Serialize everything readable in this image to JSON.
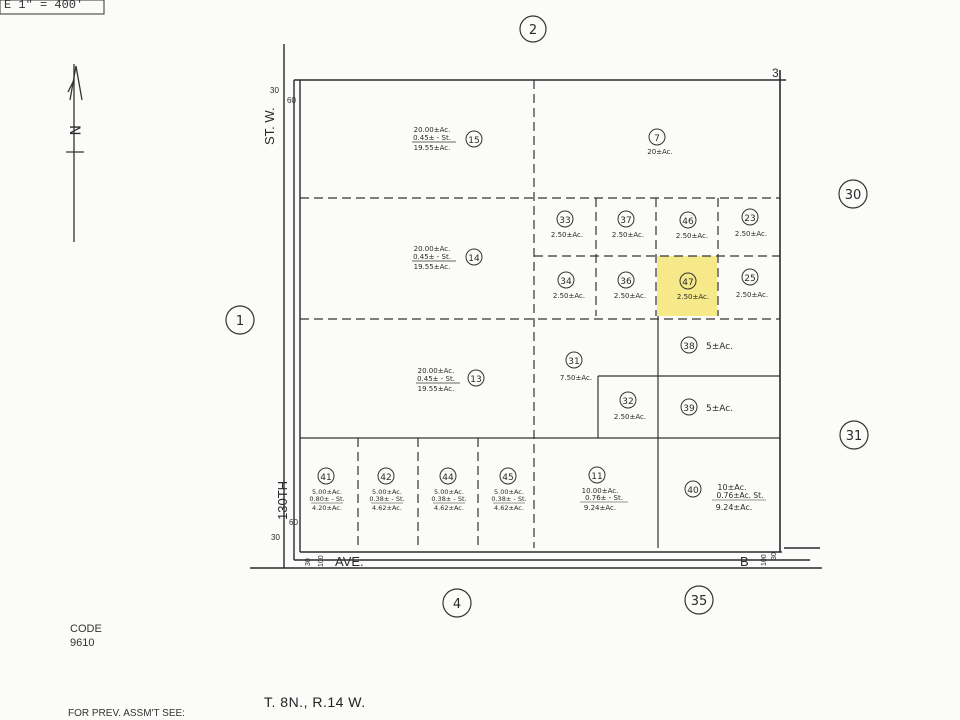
{
  "header": {
    "scale_text": "E 1\"  =  400'"
  },
  "streets": {
    "west": "130TH ST. W.",
    "west_top": "ST. W.",
    "west_bottom": "130TH",
    "south": "AVE.",
    "south_letter": "B"
  },
  "offsets": {
    "w30_top": "30",
    "w60_top": "60",
    "w30_bot": "30",
    "w60_bot": "60",
    "s_left1": "30",
    "s_left2": "100",
    "s_right1": "100",
    "s_right2": "30"
  },
  "adjacent_sections": {
    "north": "2",
    "east_upper": "30",
    "east_lower": "31",
    "west": "1",
    "south_left": "4",
    "south_right": "35"
  },
  "corner_mark": "3",
  "parcels": {
    "p15": {
      "id": "15",
      "l1": "20.00±Ac.",
      "l2": "0.45± - St.",
      "l3": "19.55±Ac."
    },
    "p14": {
      "id": "14",
      "l1": "20.00±Ac.",
      "l2": "0.45± - St.",
      "l3": "19.55±Ac."
    },
    "p13": {
      "id": "13",
      "l1": "20.00±Ac.",
      "l2": "0.45± - St.",
      "l3": "19.55±Ac."
    },
    "p7": {
      "id": "7",
      "l1": "20±Ac."
    },
    "p33": {
      "id": "33",
      "l1": "2.50±Ac."
    },
    "p37": {
      "id": "37",
      "l1": "2.50±Ac."
    },
    "p46": {
      "id": "46",
      "l1": "2.50±Ac."
    },
    "p23": {
      "id": "23",
      "l1": "2.50±Ac."
    },
    "p34": {
      "id": "34",
      "l1": "2.50±Ac."
    },
    "p36": {
      "id": "36",
      "l1": "2.50±Ac."
    },
    "p47": {
      "id": "47",
      "l1": "2.50±Ac.",
      "highlight": "#f5e98a"
    },
    "p25": {
      "id": "25",
      "l1": "2.50±Ac."
    },
    "p38": {
      "id": "38",
      "l1": "5±Ac."
    },
    "p31": {
      "id": "31",
      "l1": "7.50±Ac."
    },
    "p32": {
      "id": "32",
      "l1": "2.50±Ac."
    },
    "p39": {
      "id": "39",
      "l1": "5±Ac."
    },
    "p41": {
      "id": "41",
      "l1": "5.00±Ac.",
      "l2": "0.80± - St.",
      "l3": "4.20±Ac."
    },
    "p42": {
      "id": "42",
      "l1": "5.00±Ac.",
      "l2": "0.38± - St.",
      "l3": "4.62±Ac."
    },
    "p44": {
      "id": "44",
      "l1": "5.00±Ac.",
      "l2": "0.38± - St.",
      "l3": "4.62±Ac."
    },
    "p45": {
      "id": "45",
      "l1": "5.00±Ac.",
      "l2": "0.38± - St.",
      "l3": "4.62±Ac."
    },
    "p11": {
      "id": "11",
      "l1": "10.00±Ac.",
      "l2": "0.76± - St.",
      "l3": "9.24±Ac."
    },
    "p40": {
      "id": "40",
      "l1": "10±Ac.",
      "l2": "0.76±Ac. St.",
      "l3": "9.24±Ac."
    }
  },
  "north_arrow": {
    "letter": "N"
  },
  "footer": {
    "code_label": "CODE",
    "code_value": "9610",
    "township": "T. 8N., R.14 W.",
    "prev_assmt": "FOR PREV. ASSM'T SEE:"
  },
  "colors": {
    "ink": "#2a2a2a",
    "highlight": "#f5e98a",
    "paper": "#fbfbf9"
  }
}
